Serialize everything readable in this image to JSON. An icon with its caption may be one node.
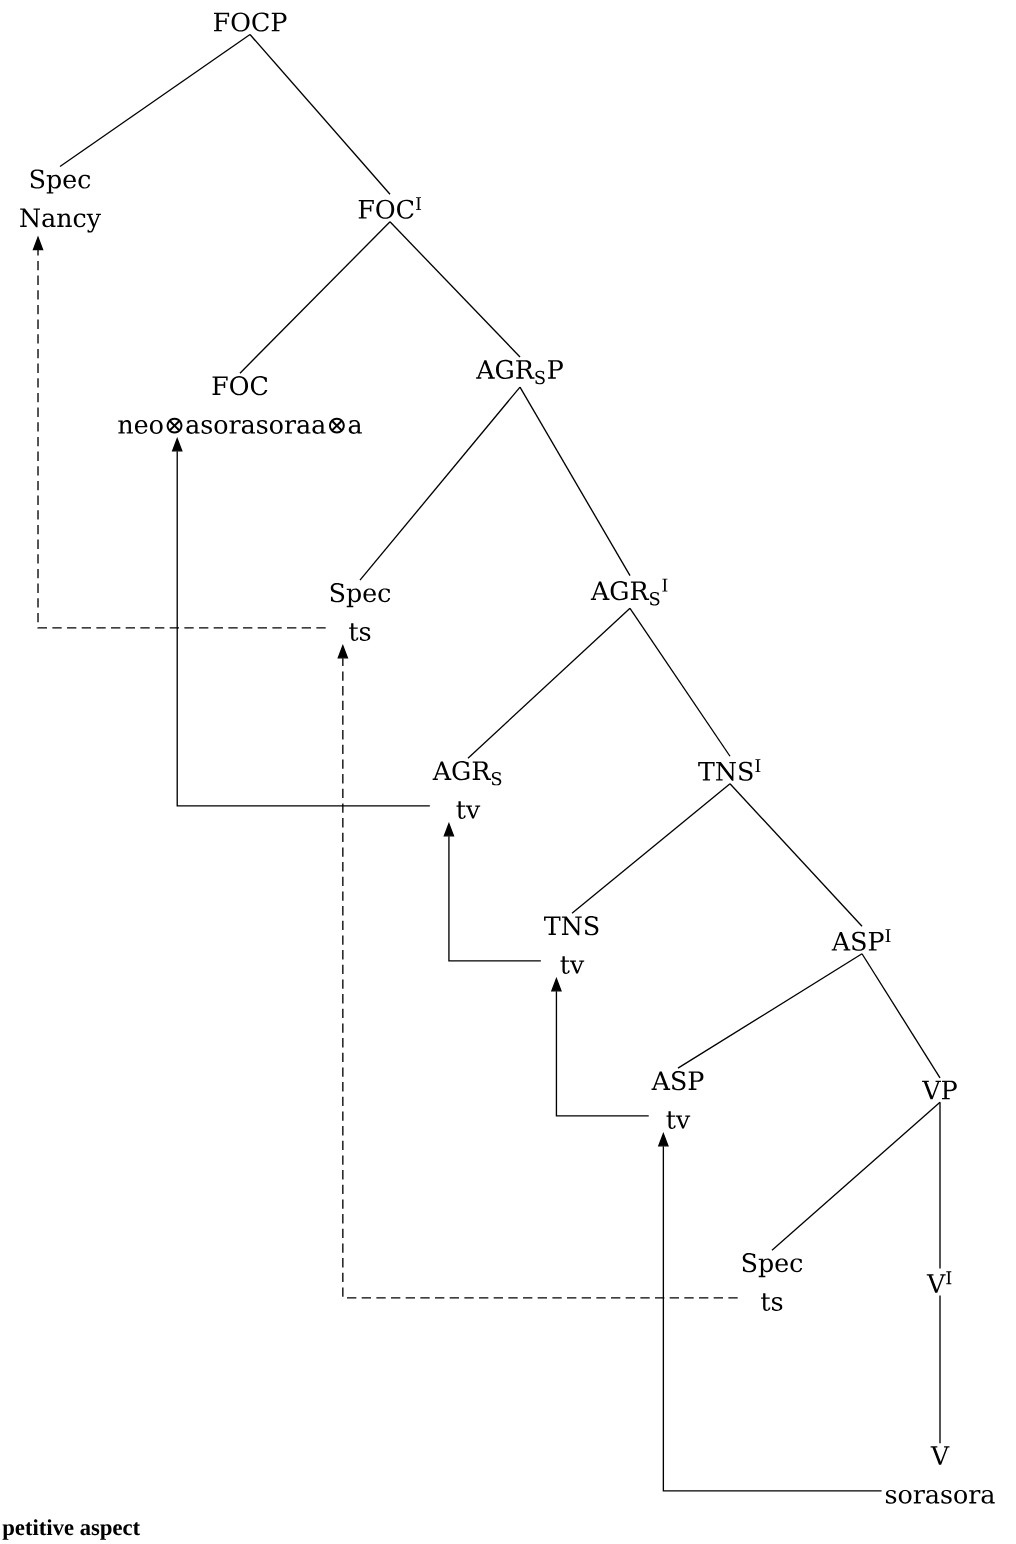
{
  "diagram": {
    "nodes": [
      {
        "text": [
          "FOCP"
        ]
      },
      {
        "text": [
          "Spec",
          "Nancy"
        ]
      },
      {
        "text": [
          "FOC$^{I}$"
        ]
      },
      {
        "text": [
          "FOC",
          "neo⊗asorasoraa⊗a"
        ]
      },
      {
        "text": [
          "AGR$_{S}$P"
        ]
      },
      {
        "text": [
          "Spec",
          "ts"
        ]
      },
      {
        "text": [
          "AGR$_{S}$$^{I}$"
        ]
      },
      {
        "text": [
          "AGR$_{S}$",
          "tv"
        ]
      },
      {
        "text": [
          "TNS$^{I}$"
        ]
      },
      {
        "text": [
          "TNS",
          "tv"
        ]
      },
      {
        "text": [
          "ASP$^{I}$"
        ]
      },
      {
        "text": [
          "ASP",
          "tv"
        ]
      },
      {
        "text": [
          "VP"
        ]
      },
      {
        "text": [
          "Spec",
          "ts"
        ]
      },
      {
        "text": [
          "V$^{I}$"
        ]
      },
      {
        "text": [
          "V",
          "sorasora"
        ]
      }
    ],
    "edges": [
      {
        "from": 0,
        "to": 1,
        "arrow": "none"
      },
      {
        "from": 0,
        "to": 2,
        "arrow": "none"
      },
      {
        "from": 2,
        "to": 3,
        "arrow": "none"
      },
      {
        "from": 2,
        "to": 4,
        "arrow": "none"
      },
      {
        "from": 4,
        "to": 5,
        "arrow": "none"
      },
      {
        "from": 4,
        "to": 6,
        "arrow": "none"
      },
      {
        "from": 6,
        "to": 7,
        "arrow": "none"
      },
      {
        "from": 6,
        "to": 8,
        "arrow": "none"
      },
      {
        "from": 8,
        "to": 9,
        "arrow": "none"
      },
      {
        "from": 8,
        "to": 10,
        "arrow": "none"
      },
      {
        "from": 10,
        "to": 11,
        "arrow": "none"
      },
      {
        "from": 10,
        "to": 12,
        "arrow": "none"
      },
      {
        "from": 12,
        "to": 13,
        "arrow": "none"
      },
      {
        "from": 12,
        "to": 14,
        "arrow": "none"
      },
      {
        "from": 14,
        "to": 15,
        "arrow": "none"
      },
      {
        "from": 13,
        "to": 5,
        "arrow": "to",
        "style": "dashed"
      },
      {
        "from": 5,
        "to": 1,
        "arrow": "to",
        "style": "dashed"
      },
      {
        "from": 7,
        "to": 3,
        "arrow": "to"
      },
      {
        "from": 9,
        "to": 7,
        "arrow": "to"
      },
      {
        "from": 11,
        "to": 9,
        "arrow": "to"
      },
      {
        "from": 15,
        "to": 11,
        "arrow": "to"
      }
    ],
    "labels": [
      "petitive aspect"
    ]
  }
}
